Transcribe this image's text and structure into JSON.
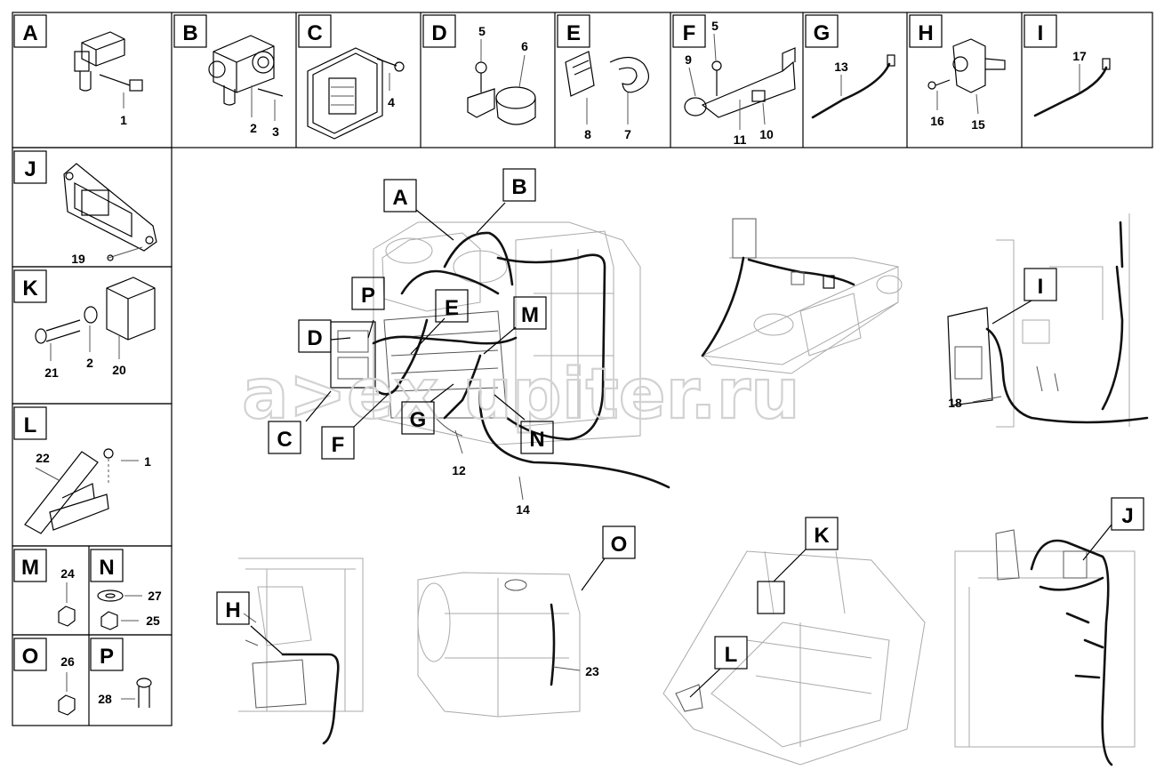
{
  "watermark": "a>ex upiter.ru",
  "panels": [
    {
      "letter": "A",
      "numbers": [
        "1"
      ]
    },
    {
      "letter": "B",
      "numbers": [
        "2",
        "3"
      ]
    },
    {
      "letter": "C",
      "numbers": [
        "4"
      ]
    },
    {
      "letter": "D",
      "numbers": [
        "5",
        "6"
      ]
    },
    {
      "letter": "E",
      "numbers": [
        "8",
        "7"
      ]
    },
    {
      "letter": "F",
      "numbers": [
        "5",
        "9",
        "11",
        "10"
      ]
    },
    {
      "letter": "G",
      "numbers": [
        "13"
      ]
    },
    {
      "letter": "H",
      "numbers": [
        "16",
        "15"
      ]
    },
    {
      "letter": "I",
      "numbers": [
        "17"
      ]
    },
    {
      "letter": "J",
      "numbers": [
        "19"
      ]
    },
    {
      "letter": "K",
      "numbers": [
        "21",
        "2",
        "20"
      ]
    },
    {
      "letter": "L",
      "numbers": [
        "22",
        "1"
      ]
    },
    {
      "letter": "M",
      "numbers": [
        "24"
      ]
    },
    {
      "letter": "N",
      "numbers": [
        "27",
        "25"
      ]
    },
    {
      "letter": "O",
      "numbers": [
        "26"
      ]
    },
    {
      "letter": "P",
      "numbers": [
        "28"
      ]
    }
  ],
  "callouts": [
    "A",
    "B",
    "P",
    "E",
    "M",
    "D",
    "C",
    "F",
    "G",
    "N",
    "I",
    "O",
    "K",
    "H",
    "L",
    "J"
  ],
  "part_numbers": [
    "12",
    "14",
    "18",
    "23"
  ]
}
